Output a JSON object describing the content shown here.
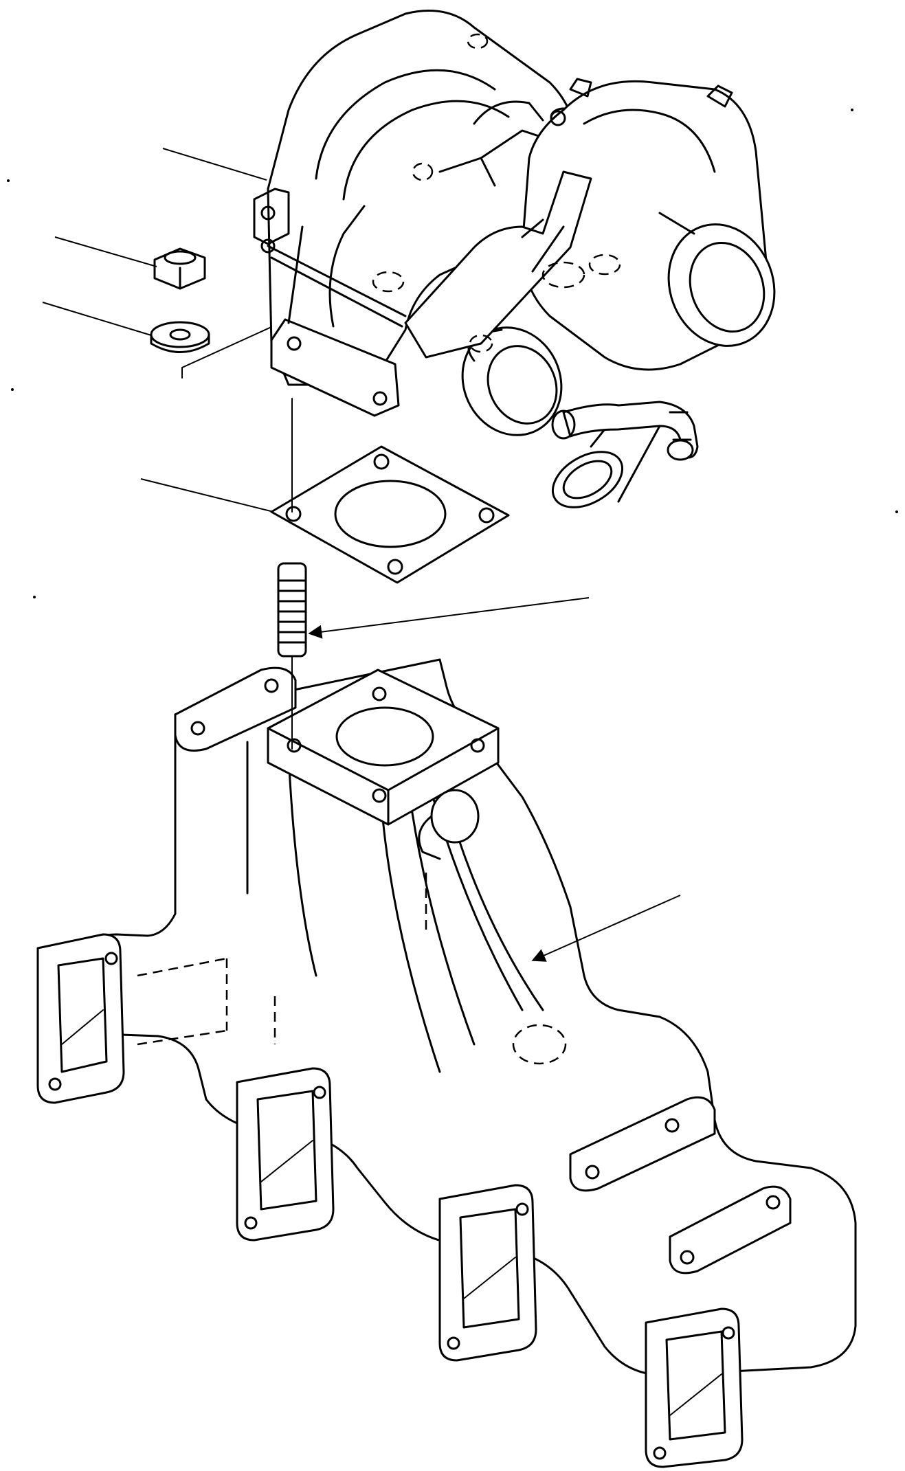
{
  "figure": {
    "stroke_color": "#000000",
    "background_color": "#ffffff",
    "parts": [
      {
        "id": "turbocharger",
        "leader": "plain"
      },
      {
        "id": "nut",
        "leader": "plain"
      },
      {
        "id": "washer",
        "leader": "plain"
      },
      {
        "id": "gasket",
        "leader": "plain"
      },
      {
        "id": "stud-bolt",
        "leader": "arrow"
      },
      {
        "id": "exhaust-manifold",
        "leader": "arrow"
      }
    ],
    "callout_labels": []
  }
}
